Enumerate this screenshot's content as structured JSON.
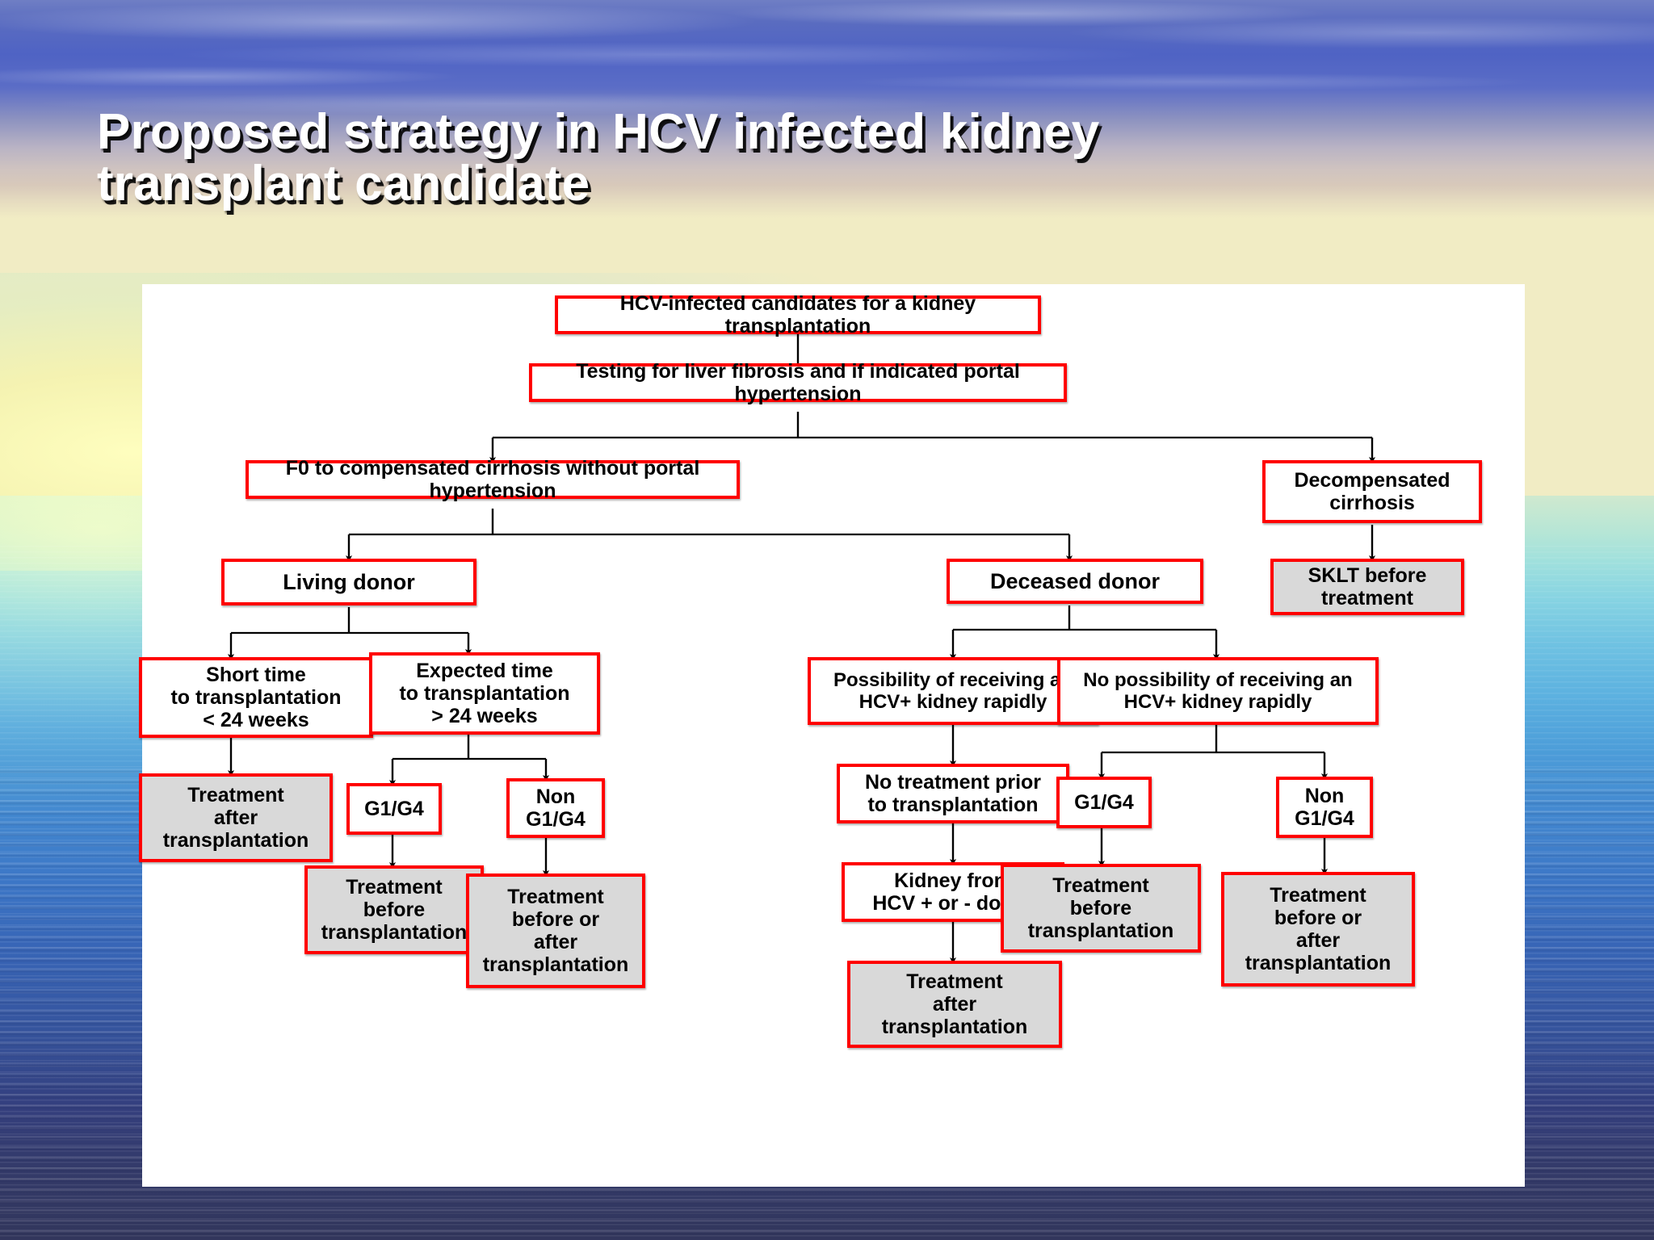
{
  "slide": {
    "title": "Proposed strategy in HCV infected kidney\ntransplant candidate",
    "background": "ocean-sunset-photo",
    "panel_background": "#ffffff"
  },
  "theme": {
    "box_border": "#ff0000",
    "box_fill_white": "#ffffff",
    "box_fill_gray": "#d9d9d9",
    "text_color": "#000000",
    "connector_color": "#000000",
    "title_color": "#ffffff"
  },
  "chart_data": {
    "type": "flowchart",
    "title": "Proposed strategy in HCV infected kidney transplant candidate",
    "nodes": [
      {
        "id": "n1",
        "label": "HCV-infected candidates for a kidney transplantation",
        "fill": "white"
      },
      {
        "id": "n2",
        "label": "Testing for liver fibrosis and if indicated portal hypertension",
        "fill": "white"
      },
      {
        "id": "n3",
        "label": "F0 to compensated cirrhosis without portal hypertension",
        "fill": "white"
      },
      {
        "id": "n4",
        "label": "Decompensated\ncirrhosis",
        "fill": "white"
      },
      {
        "id": "n5",
        "label": "SKLT before\ntreatment",
        "fill": "gray"
      },
      {
        "id": "n6",
        "label": "Living donor",
        "fill": "white"
      },
      {
        "id": "n7",
        "label": "Deceased donor",
        "fill": "white"
      },
      {
        "id": "n8",
        "label": "Short time\nto transplantation\n< 24 weeks",
        "fill": "white"
      },
      {
        "id": "n9",
        "label": "Expected time\nto transplantation\n> 24 weeks",
        "fill": "white"
      },
      {
        "id": "n10",
        "label": "Treatment\nafter\ntransplantation",
        "fill": "gray"
      },
      {
        "id": "n11",
        "label": "G1/G4",
        "fill": "white"
      },
      {
        "id": "n12",
        "label": "Non\nG1/G4",
        "fill": "white"
      },
      {
        "id": "n13",
        "label": "Treatment\nbefore\ntransplantation",
        "fill": "gray"
      },
      {
        "id": "n14",
        "label": "Treatment\nbefore or\nafter\ntransplantation",
        "fill": "gray"
      },
      {
        "id": "n15",
        "label": "Possibility  of receiving an\nHCV+ kidney rapidly",
        "fill": "white"
      },
      {
        "id": "n16",
        "label": "No possibility  of receiving an\nHCV+ kidney rapidly",
        "fill": "white"
      },
      {
        "id": "n17",
        "label": "No treatment prior\nto transplantation",
        "fill": "white"
      },
      {
        "id": "n18",
        "label": "Kidney from\nHCV + or - donor",
        "fill": "white"
      },
      {
        "id": "n19",
        "label": "Treatment\nafter\ntransplantation",
        "fill": "gray"
      },
      {
        "id": "n20",
        "label": "G1/G4",
        "fill": "white"
      },
      {
        "id": "n21",
        "label": "Non\nG1/G4",
        "fill": "white"
      },
      {
        "id": "n22",
        "label": "Treatment\nbefore\ntransplantation",
        "fill": "gray"
      },
      {
        "id": "n23",
        "label": "Treatment\nbefore or\nafter\ntransplantation",
        "fill": "gray"
      }
    ],
    "edges": [
      {
        "from": "n1",
        "to": "n2"
      },
      {
        "from": "n2",
        "to": "n3"
      },
      {
        "from": "n2",
        "to": "n4"
      },
      {
        "from": "n4",
        "to": "n5"
      },
      {
        "from": "n3",
        "to": "n6"
      },
      {
        "from": "n3",
        "to": "n7"
      },
      {
        "from": "n6",
        "to": "n8"
      },
      {
        "from": "n6",
        "to": "n9"
      },
      {
        "from": "n8",
        "to": "n10"
      },
      {
        "from": "n9",
        "to": "n11"
      },
      {
        "from": "n9",
        "to": "n12"
      },
      {
        "from": "n11",
        "to": "n13"
      },
      {
        "from": "n12",
        "to": "n14"
      },
      {
        "from": "n7",
        "to": "n15"
      },
      {
        "from": "n7",
        "to": "n16"
      },
      {
        "from": "n15",
        "to": "n17"
      },
      {
        "from": "n17",
        "to": "n18"
      },
      {
        "from": "n18",
        "to": "n19"
      },
      {
        "from": "n16",
        "to": "n20"
      },
      {
        "from": "n16",
        "to": "n21"
      },
      {
        "from": "n20",
        "to": "n22"
      },
      {
        "from": "n21",
        "to": "n23"
      }
    ]
  }
}
